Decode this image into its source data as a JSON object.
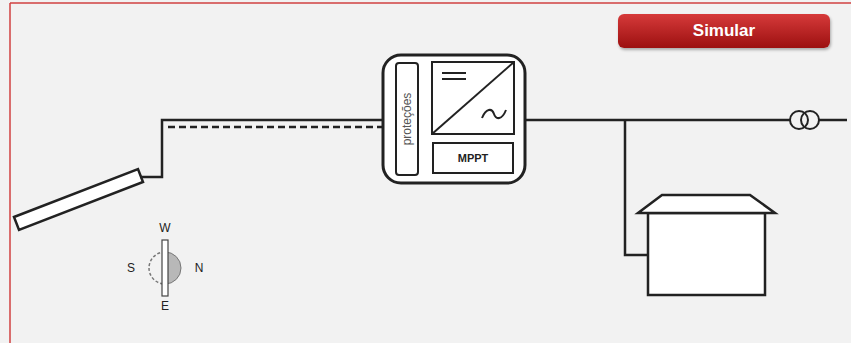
{
  "diagram": {
    "nodes": [
      {
        "text": [
          "Simular"
        ]
      },
      {
        "text": [
          "proteções"
        ]
      },
      {
        "text": [
          "MPPT"
        ]
      }
    ],
    "labels": [
      "W",
      "S",
      "N",
      "E"
    ]
  }
}
